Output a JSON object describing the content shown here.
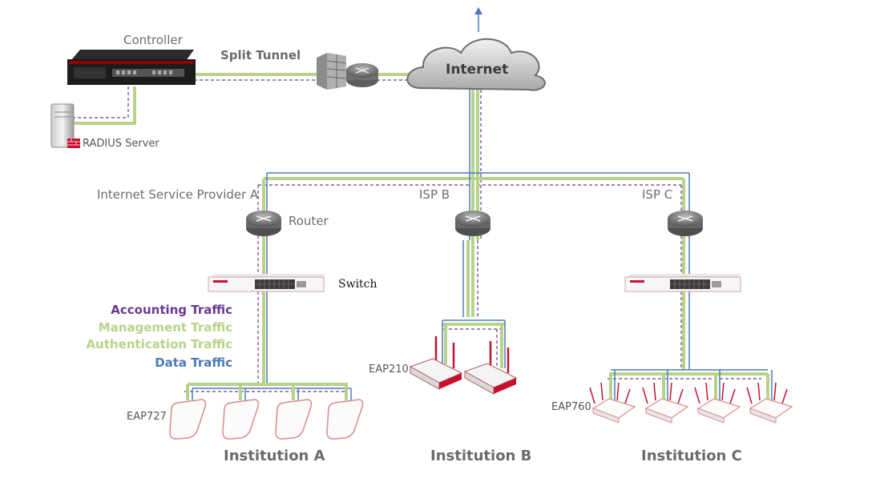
{
  "labels": {
    "controller": "Controller",
    "split_tunnel": "Split Tunnel",
    "internet": "Internet",
    "radius_server": "RADIUS Server",
    "isp_a": "Internet Service Provider A",
    "isp_b": "ISP B",
    "isp_c": "ISP C",
    "router": "Router",
    "switch": "Switch",
    "eap210": "EAP210",
    "eap727": "EAP727",
    "eap760": "EAP760",
    "institution_a": "Institution A",
    "institution_b": "Institution B",
    "institution_c": "Institution C"
  },
  "legend": [
    {
      "label": "Accounting Traffic",
      "color": "#6a3a92"
    },
    {
      "label": "Management Traffic",
      "color": "#b6d389"
    },
    {
      "label": "Authentication Traffic",
      "color": "#b6d389"
    },
    {
      "label": "Data Traffic",
      "color": "#4a7ab8"
    }
  ],
  "colors": {
    "green": "#b6d389",
    "blue": "#4a7ab8",
    "purple": "#6a3a92",
    "gray_text": "#6b6b6b",
    "accent_red": "#c8102e"
  }
}
